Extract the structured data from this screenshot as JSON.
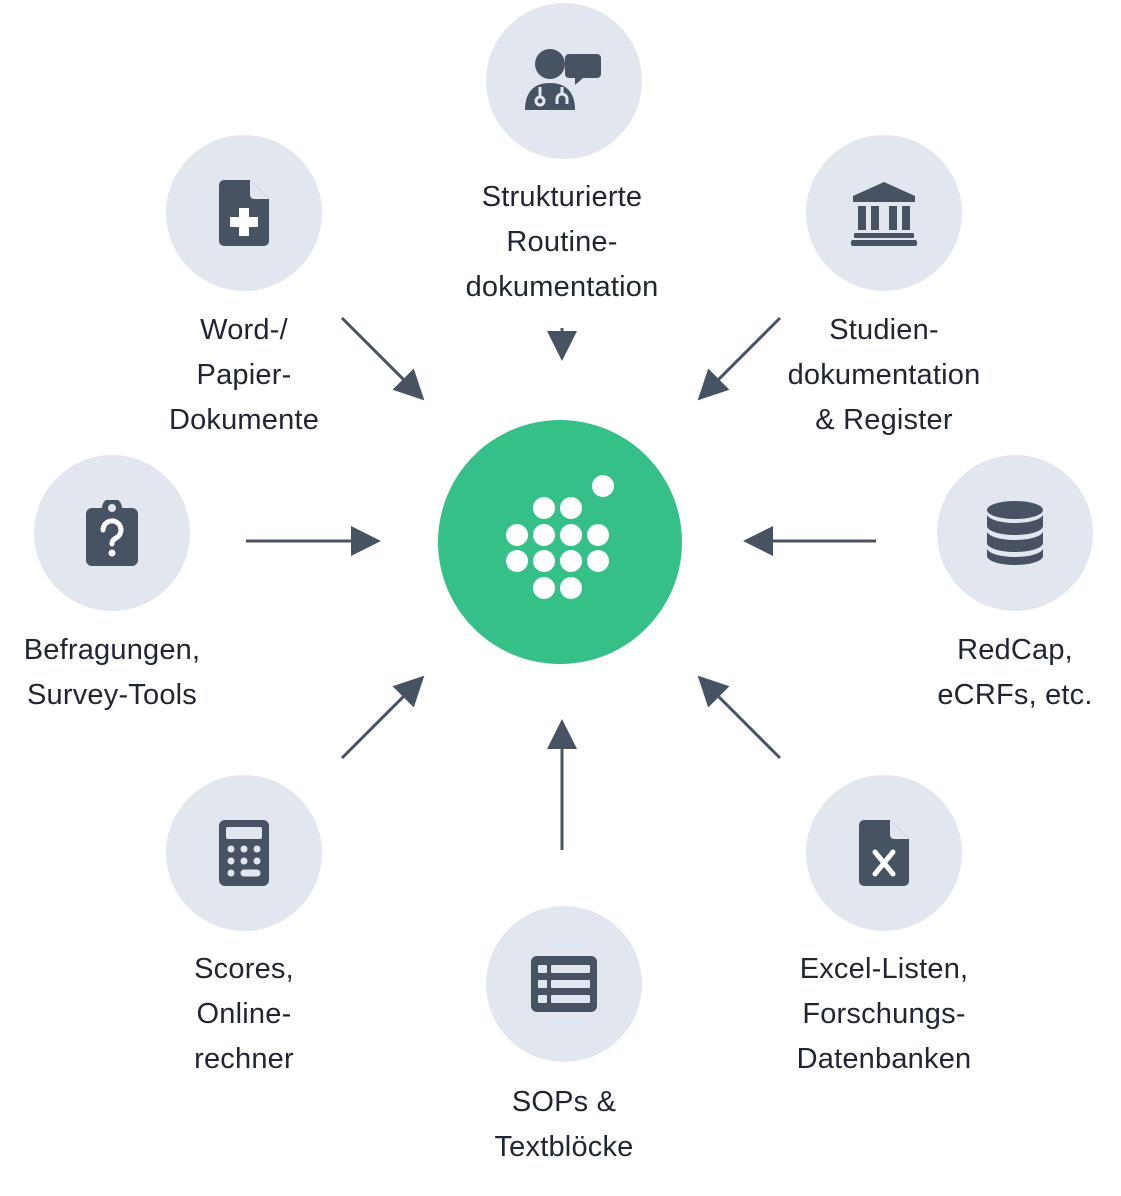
{
  "center": {
    "logo": "dot-grid-logo",
    "color": "#35c088"
  },
  "colors": {
    "node_bg": "#e2e7ef",
    "icon": "#475263",
    "arrow": "#475263"
  },
  "nodes": [
    {
      "id": "top",
      "icon": "doctor-chat-icon",
      "label": "Strukturierte\nRoutine-\ndokumentation"
    },
    {
      "id": "top-left",
      "icon": "medical-document-icon",
      "label": "Word-/\nPapier-\nDokumente"
    },
    {
      "id": "top-right",
      "icon": "institution-icon",
      "label": "Studien-\ndokumentation\n& Register"
    },
    {
      "id": "left",
      "icon": "clipboard-question-icon",
      "label": "Befragungen,\nSurvey-Tools"
    },
    {
      "id": "right",
      "icon": "database-icon",
      "label": "RedCap,\neCRFs, etc."
    },
    {
      "id": "bottom-left",
      "icon": "calculator-icon",
      "label": "Scores,\nOnline-\nrechner"
    },
    {
      "id": "bottom",
      "icon": "list-icon",
      "label": "SOPs &\nTextblöcke"
    },
    {
      "id": "bottom-right",
      "icon": "excel-file-icon",
      "label": "Excel-Listen,\nForschungs-\nDatenbanken"
    }
  ]
}
